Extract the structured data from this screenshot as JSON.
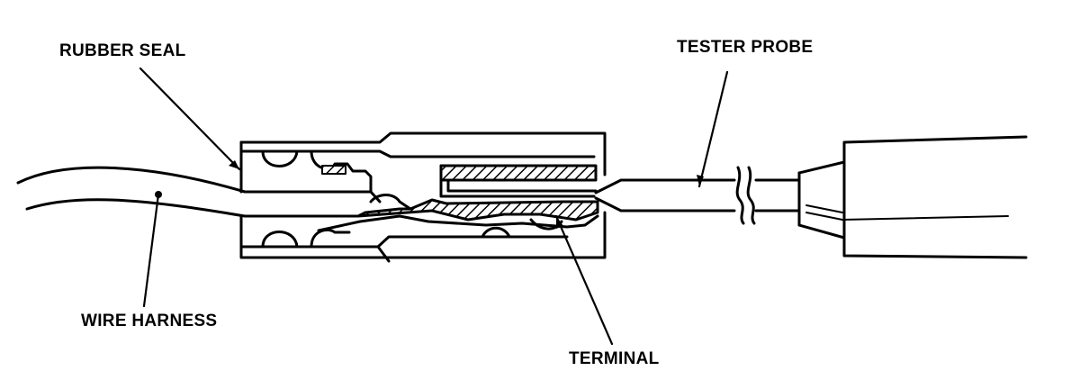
{
  "labels": {
    "rubber_seal": "RUBBER SEAL",
    "tester_probe": "TESTER PROBE",
    "wire_harness": "WIRE HARNESS",
    "terminal": "TERMINAL"
  },
  "colors": {
    "ink": "#000000",
    "paper": "#ffffff"
  }
}
